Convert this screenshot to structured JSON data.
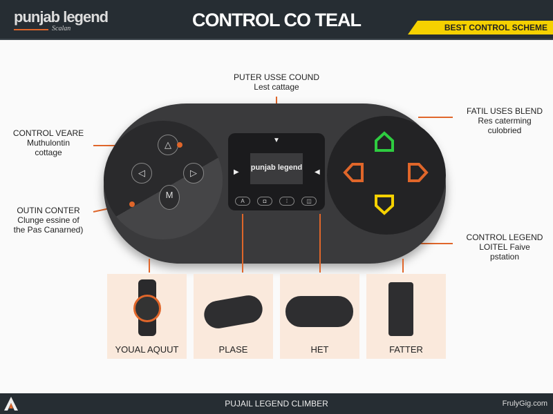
{
  "header": {
    "logo": "punjab legend",
    "logo_sub": "Scalan",
    "title": "CONTROL CO TEAL",
    "badge": "BEST CONTROL SCHEME"
  },
  "callouts": {
    "top": {
      "title": "PUTER USSE COUND",
      "text": "Lest cattage"
    },
    "left_top": {
      "title": "CONTROL VEARE",
      "line1": "Muthulontin",
      "line2": "cottage"
    },
    "left_bottom": {
      "title": "OUTIN CONTER",
      "line1": "Clunge essine of",
      "line2": "the Pas Canarned)"
    },
    "right_top": {
      "title": "FATIL USES BLEND",
      "line1": "Res caterming",
      "line2": "culobried"
    },
    "right_bottom": {
      "title": "CONTROL LEGEND",
      "line1": "LOITEL Faive",
      "line2": "pstation"
    }
  },
  "controller": {
    "screen_logo": "punjab legend",
    "left_buttons": [
      "△",
      "◁",
      "▷",
      "M"
    ],
    "small_buttons": [
      "A",
      "◘",
      "⁞",
      "◫"
    ],
    "face_colors": {
      "top": "#2ecc40",
      "left": "#e0662a",
      "right": "#e0662a",
      "bottom": "#f5d100"
    }
  },
  "cards": [
    {
      "label": "YOUAL AQUUT"
    },
    {
      "label": "PLASE"
    },
    {
      "label": "HET"
    },
    {
      "label": "FATTER"
    }
  ],
  "footer": {
    "title": "PUJAIL LEGEND CLIMBER",
    "site": "FrulyGig.com"
  },
  "colors": {
    "accent": "#e0662a",
    "header_bg": "#262d33",
    "badge": "#f5d100"
  }
}
